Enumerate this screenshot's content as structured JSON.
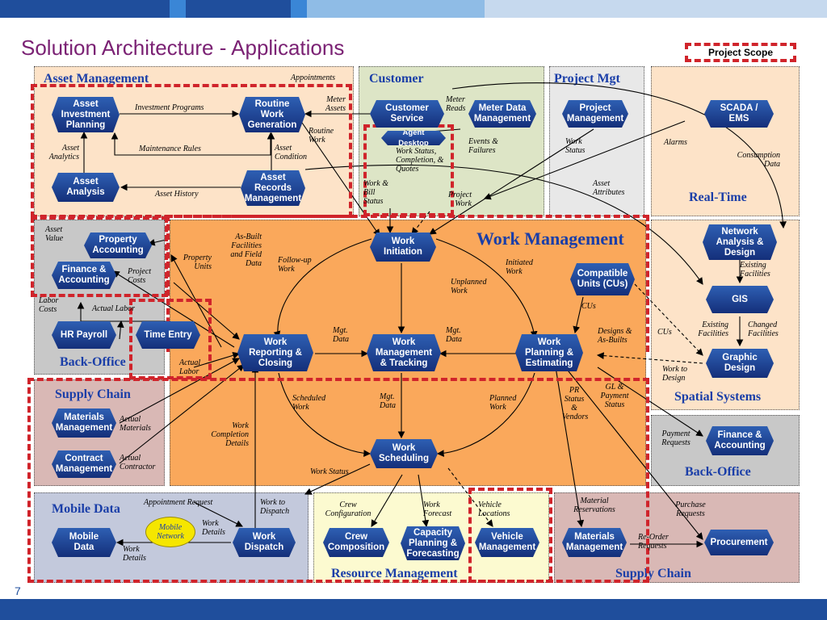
{
  "page": {
    "title": "Solution Architecture - Applications",
    "scope_legend": "Project Scope",
    "page_number": "7",
    "topbar_colors": [
      "#1f4e9c",
      "#3a86d6",
      "#1f4e9c",
      "#3a86d6",
      "#8fbce6",
      "#c6d9ee"
    ]
  },
  "regions": {
    "asset_management": "Asset Management",
    "customer": "Customer",
    "project_mgt": "Project Mgt",
    "real_time": "Real-Time",
    "work_management": "Work Management",
    "back_office_left": "Back-Office",
    "spatial_systems": "Spatial Systems",
    "supply_chain_left": "Supply Chain",
    "back_office_right": "Back-Office",
    "mobile_data": "Mobile Data",
    "resource_management": "Resource Management",
    "supply_chain_right": "Supply Chain"
  },
  "apps": {
    "asset_investment_planning": "Asset Investment Planning",
    "routine_work_generation": "Routine Work Generation",
    "asset_analysis": "Asset Analysis",
    "asset_records_management": "Asset Records Management",
    "customer_service": "Customer Service",
    "agent_desktop": "Agent Desktop",
    "meter_data_management": "Meter Data Management",
    "project_management": "Project Management",
    "scada_ems": "SCADA / EMS",
    "property_accounting": "Property Accounting",
    "finance_accounting_left": "Finance & Accounting",
    "hr_payroll": "HR Payroll",
    "time_entry": "Time Entry",
    "work_initiation": "Work Initiation",
    "compatible_units": "Compatible Units (CUs)",
    "work_reporting_closing": "Work Reporting & Closing",
    "work_management_tracking": "Work Management & Tracking",
    "work_planning_estimating": "Work Planning & Estimating",
    "work_scheduling": "Work Scheduling",
    "network_analysis_design": "Network Analysis & Design",
    "gis": "GIS",
    "graphic_design": "Graphic Design",
    "materials_management_left": "Materials Management",
    "contract_management": "Contract Management",
    "finance_accounting_right": "Finance & Accounting",
    "mobile_data": "Mobile Data",
    "work_dispatch": "Work Dispatch",
    "crew_composition": "Crew Composition",
    "capacity_planning": "Capacity Planning & Forecasting",
    "vehicle_management": "Vehicle Management",
    "materials_management_right": "Materials Management",
    "procurement": "Procurement",
    "mobile_network": "Mobile Network"
  },
  "labels": {
    "appointments": "Appointments",
    "investment_programs": "Investment Programs",
    "meter_assets": "Meter Assets",
    "meter_reads": "Meter Reads",
    "routine_work": "Routine Work",
    "asset_analytics": "Asset Analytics",
    "maintenance_rules": "Maintenance Rules",
    "asset_condition": "Asset Condition",
    "asset_history": "Asset History",
    "events_failures": "Events & Failures",
    "work_status_completion": "Work Status, Completion, & Quotes",
    "work_bill_status": "Work & Bill Status",
    "project_work": "Project Work",
    "work_status_pm": "Work Status",
    "asset_attributes": "Asset Attributes",
    "alarms": "Alarms",
    "consumption_data": "Consumption Data",
    "asset_value": "Asset Value",
    "as_built": "As-Built Facilities and Field Data",
    "follow_up_work": "Follow-up Work",
    "property_units": "Property Units",
    "project_costs": "Project Costs",
    "initiated_work": "Initiated Work",
    "unplanned_work": "Unplanned Work",
    "labor_costs": "Labor Costs",
    "actual_labor": "Actual Labor",
    "existing_facilities_1": "Existing Facilities",
    "cus": "CUs",
    "mgt_data_1": "Mgt. Data",
    "mgt_data_2": "Mgt. Data",
    "designs_as_builts": "Designs & As-Builts",
    "existing_facilities_2": "Existing Facilities",
    "changed_facilities": "Changed Facilities",
    "cus_2": "CUs",
    "actual_labor_2": "Actual Labor",
    "work_to_design": "Work to Design",
    "gl_payment_status": "GL & Payment Status",
    "pr_status_vendors": "PR Status & Vendors",
    "scheduled_work": "Scheduled Work",
    "mgt_data_3": "Mgt. Data",
    "planned_work": "Planned Work",
    "actual_materials": "Actual Materials",
    "work_completion_details": "Work Completion Details",
    "payment_requests": "Payment Requests",
    "actual_contractor": "Actual Contractor",
    "work_status_bottom": "Work Status",
    "appointment_request": "Appointment Request",
    "work_to_dispatch": "Work to Dispatch",
    "crew_configuration": "Crew Configuration",
    "work_forecast": "Work Forecast",
    "vehicle_locations": "Vehicle Locations",
    "material_reservations": "Material Reservations",
    "purchase_requests": "Purchase Requests",
    "work_details_1": "Work Details",
    "work_details_2": "Work Details",
    "reorder_requests": "Re-Order Requests"
  }
}
